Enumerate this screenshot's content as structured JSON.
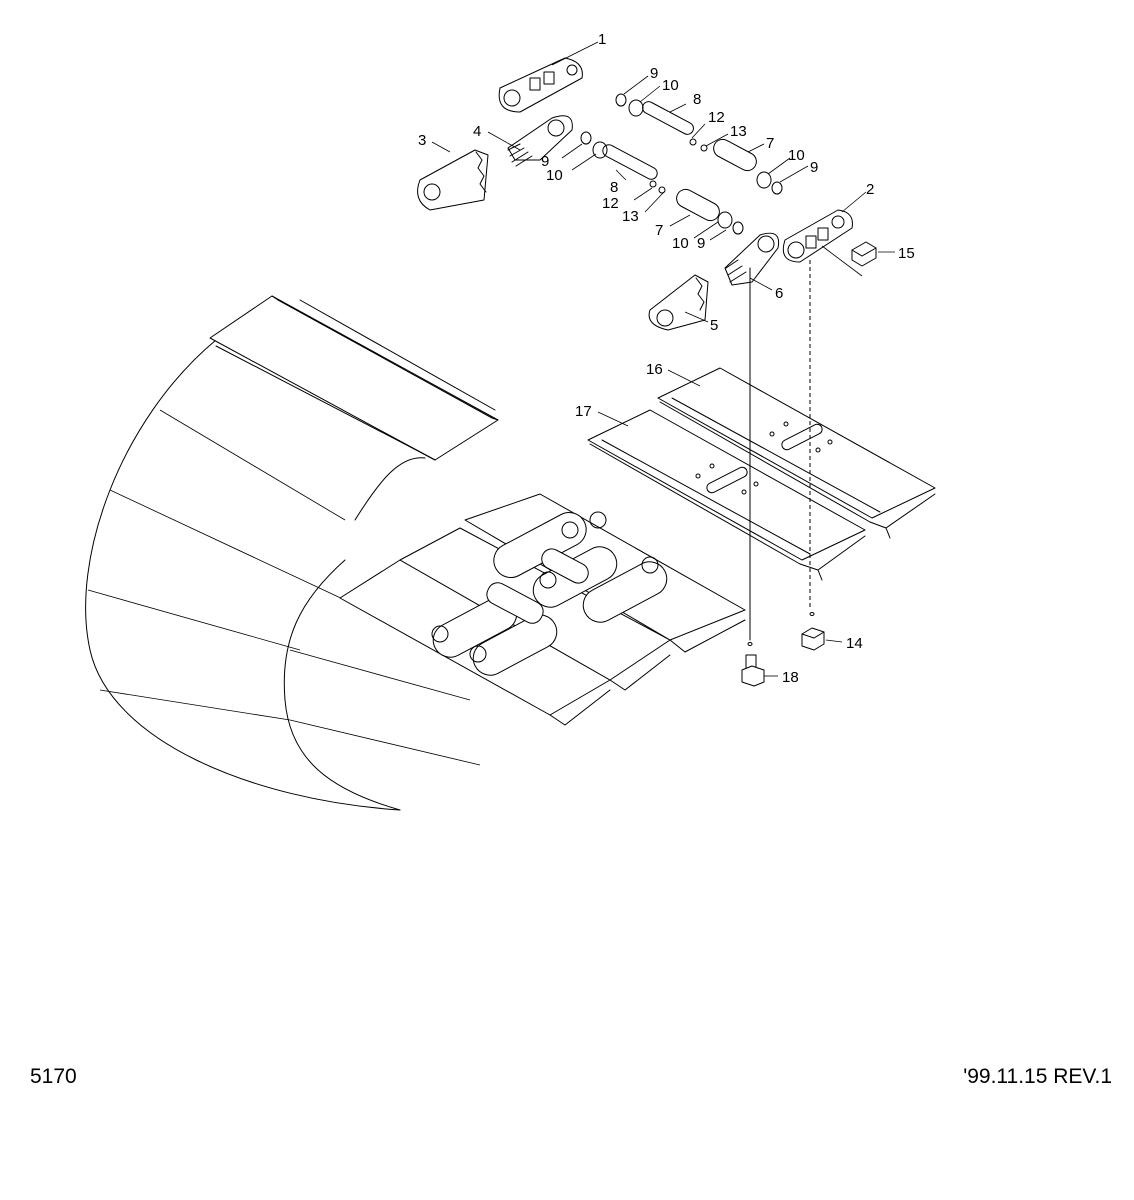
{
  "callouts": {
    "c1": "1",
    "c2": "2",
    "c3": "3",
    "c4": "4",
    "c5": "5",
    "c6": "6",
    "c7a": "7",
    "c7b": "7",
    "c8a": "8",
    "c8b": "8",
    "c9a": "9",
    "c9b": "9",
    "c9c": "9",
    "c9d": "9",
    "c10a": "10",
    "c10b": "10",
    "c10c": "10",
    "c10d": "10",
    "c12a": "12",
    "c12b": "12",
    "c13a": "13",
    "c13b": "13",
    "c14": "14",
    "c15": "15",
    "c16": "16",
    "c17": "17",
    "c18": "18"
  },
  "footer": {
    "drawing_number": "5170",
    "revision": "'99.11.15 REV.1"
  }
}
